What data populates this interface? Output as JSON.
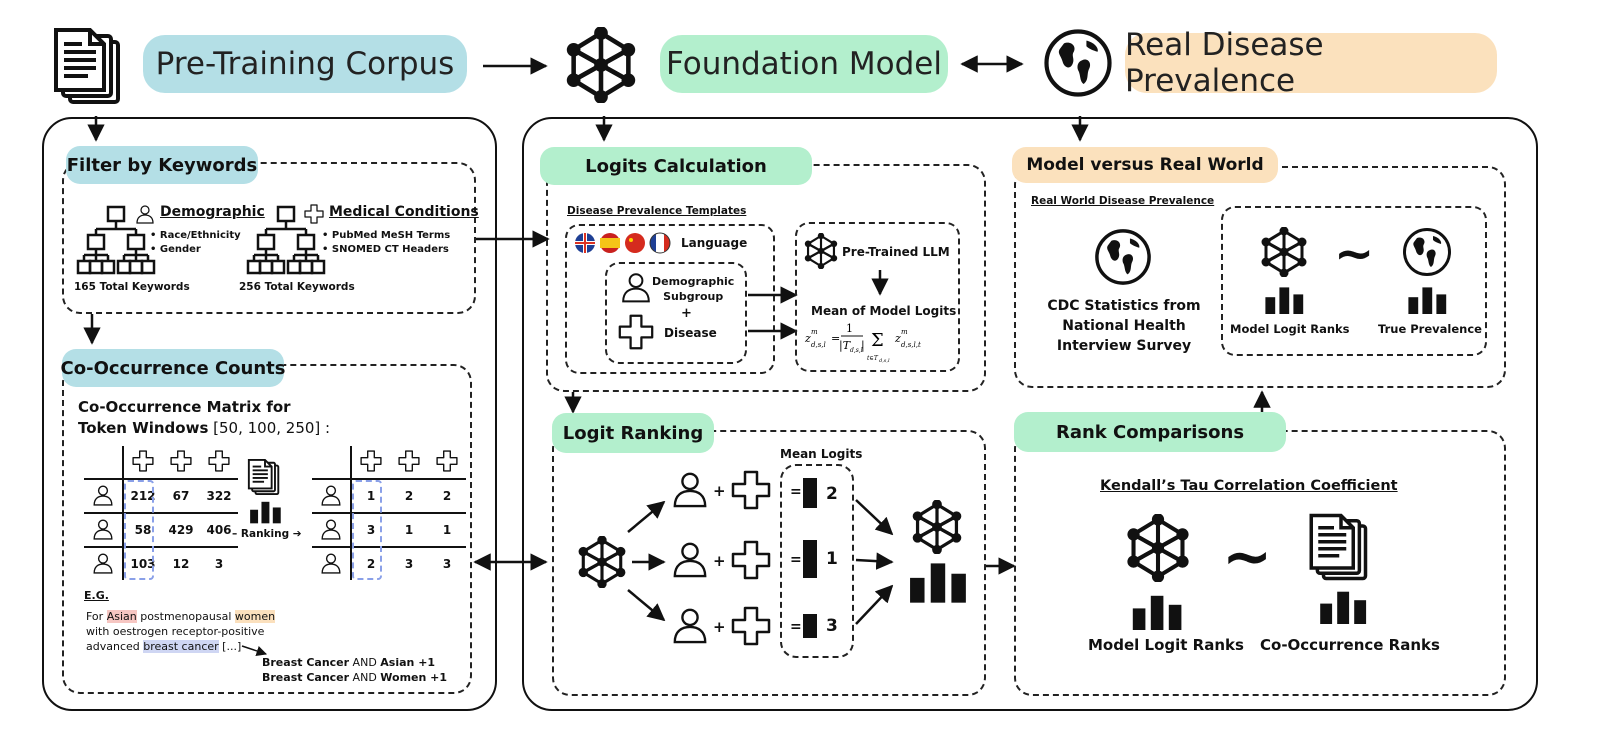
{
  "colors": {
    "blue_pill": "#b4dfe6",
    "green_pill": "#b3efcd",
    "orange_pill": "#fbe1bd",
    "panel_line": "#111111",
    "dash_highlight": "#8aa0e8"
  },
  "header": {
    "corpus_label": "Pre-Training Corpus",
    "model_label": "Foundation Model",
    "prevalence_label": "Real Disease Prevalence"
  },
  "filter": {
    "title": "Filter by Keywords",
    "demographic": {
      "heading": "Demographic",
      "bullets": [
        "Race/Ethnicity",
        "Gender"
      ],
      "total": "165 Total Keywords"
    },
    "medical": {
      "heading": "Medical Conditions",
      "bullets": [
        "PubMed MeSH Terms",
        "SNOMED CT Headers"
      ],
      "total": "256 Total Keywords"
    }
  },
  "cooc": {
    "title": "Co-Occurrence Counts",
    "matrix_title_line1": "Co-Occurrence Matrix for",
    "matrix_title_line2_bold": "Token Windows",
    "matrix_title_line2_rest": " [50, 100, 250] :",
    "counts": [
      [
        "212",
        "67",
        "322"
      ],
      [
        "58",
        "429",
        "406"
      ],
      [
        "103",
        "12",
        "3"
      ]
    ],
    "ranks": [
      [
        "1",
        "2",
        "2"
      ],
      [
        "3",
        "1",
        "1"
      ],
      [
        "2",
        "3",
        "3"
      ]
    ],
    "ranking_label": "Ranking",
    "eg_label": "E.G.",
    "example": {
      "p1": "For ",
      "w1": "Asian",
      "p2": " postmenopausal ",
      "w2": "women",
      "p3": "with oestrogen receptor-positive",
      "p4": "advanced ",
      "w3": "breast cancer",
      "p5": " [...]"
    },
    "result1": {
      "a": "Breast Cancer",
      "and": " AND ",
      "b": "Asian +1"
    },
    "result2": {
      "a": "Breast Cancer",
      "and": " AND ",
      "b": "Women +1"
    }
  },
  "logits": {
    "title": "Logits Calculation",
    "templates_label": "Disease Prevalence Templates",
    "language_label": "Language",
    "demographic_line1": "Demographic",
    "demographic_line2": "Subgroup",
    "plus": "+",
    "disease_label": "Disease",
    "llm_label": "Pre-Trained LLM",
    "mean_label": "Mean of Model Logits"
  },
  "ranking": {
    "title": "Logit Ranking",
    "mean_logits_label": "Mean Logits",
    "plus": "+",
    "eq": "=",
    "ranks": [
      "2",
      "1",
      "3"
    ]
  },
  "realworld": {
    "title": "Model versus Real World",
    "subtitle": "Real World Disease Prevalence",
    "cdc_line1": "CDC Statistics from",
    "cdc_line2": "National Health",
    "cdc_line3": "Interview Survey",
    "tilde": "~",
    "model_ranks": "Model Logit Ranks",
    "true_prev": "True Prevalence"
  },
  "rankcomp": {
    "title": "Rank Comparisons",
    "kendall": "Kendall’s Tau Correlation Coefficient",
    "tilde": "~",
    "model_ranks": "Model Logit Ranks",
    "cooc_ranks": "Co-Occurrence Ranks"
  }
}
